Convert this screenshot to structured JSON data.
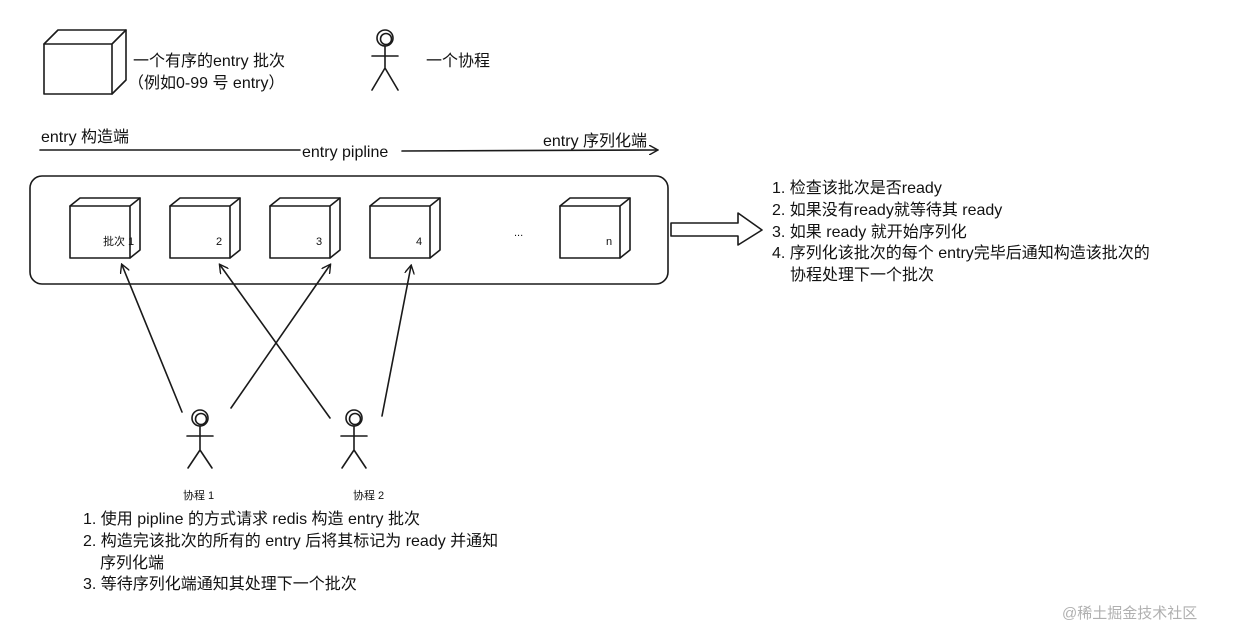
{
  "legend": {
    "batch_line1": "一个有序的entry 批次",
    "batch_line2": "（例如0-99 号 entry）",
    "coroutine": "一个协程"
  },
  "pipeline": {
    "left_label": "entry 构造端",
    "center_label": "entry pipline",
    "right_label": "entry 序列化端",
    "batches": [
      "批次 1",
      "2",
      "3",
      "4",
      "n"
    ],
    "ellipsis": "..."
  },
  "serializer_steps": [
    "1. 检查该批次是否ready",
    "2. 如果没有ready就等待其 ready",
    "3. 如果 ready 就开始序列化",
    "4. 序列化该批次的每个 entry完毕后通知构造该批次的",
    "协程处理下一个批次"
  ],
  "coroutines": [
    "协程 1",
    "协程 2"
  ],
  "builder_steps": [
    "1. 使用 pipline 的方式请求 redis 构造 entry 批次",
    "2. 构造完该批次的所有的 entry 后将其标记为 ready 并通知",
    "序列化端",
    "3. 等待序列化端通知其处理下一个批次"
  ],
  "watermark": "@稀土掘金技术社区"
}
